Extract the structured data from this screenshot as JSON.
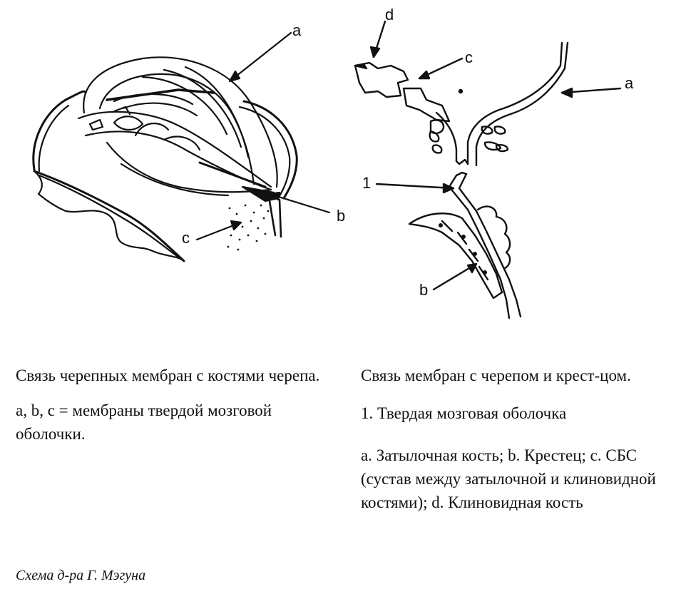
{
  "left_figure": {
    "labels": {
      "a": "a",
      "b": "b",
      "c": "c"
    },
    "caption_title": "Связь черепных мембран с костями черепа.",
    "caption_note": "a, b, c = мембраны твердой мозговой оболочки."
  },
  "right_figure": {
    "labels": {
      "d": "d",
      "c": "c",
      "a": "a",
      "one": "1",
      "b": "b"
    },
    "caption_title": "Связь мембран с черепом и крест-цом.",
    "caption_item": "1. Твердая мозговая оболочка",
    "caption_legend": "a. Затылочная кость; b. Крестец; c. СБС (сустав между затылочной и клиновидной костями); d. Клиновидная кость"
  },
  "credit": "Схема д-ра Г. Мэгуна"
}
